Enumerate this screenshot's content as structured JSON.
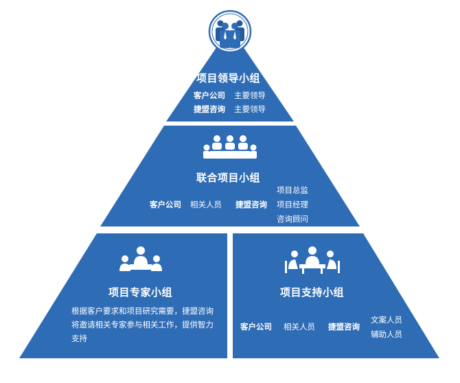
{
  "tiers": {
    "leadership": {
      "title": "项目领导小组",
      "rows": [
        {
          "org": "客户公司",
          "role": "主要领导"
        },
        {
          "org": "捷盟咨询",
          "role": "主要领导"
        }
      ]
    },
    "joint": {
      "title": "联合项目小组",
      "client_org": "客户公司",
      "client_role": "相关人员",
      "consult_org": "捷盟咨询",
      "consult_roles": [
        "项目总监",
        "项目经理",
        "咨询顾问"
      ]
    },
    "expert": {
      "title": "项目专家小组",
      "description": "根据客户要求和项目研究需要，捷盟咨询将邀请相关专家参与相关工作，提供智力支持"
    },
    "support": {
      "title": "项目支持小组",
      "client_org": "客户公司",
      "client_role": "相关人员",
      "consult_org": "捷盟咨询",
      "consult_roles": [
        "文案人员",
        "辅助人员"
      ]
    }
  },
  "icons": {
    "top": "team-group-icon",
    "joint": "conference-table-icon",
    "expert": "meeting-table-icon",
    "support": "discussion-table-icon"
  },
  "colors": {
    "tier_fill": "#2e6cb5",
    "tier_fill_dark": "#245a9c",
    "circle_border": "#2e6cb5",
    "text": "#ffffff"
  }
}
